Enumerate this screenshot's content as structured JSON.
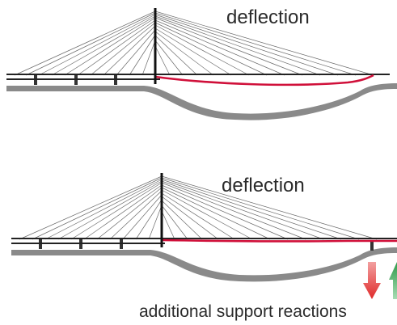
{
  "labels": {
    "deflection_top": "deflection",
    "deflection_bottom": "deflection",
    "support_reactions": "additional support reactions"
  },
  "colors": {
    "deck": "#222222",
    "deflected_deck": "#d0103a",
    "pylon": "#111111",
    "cables": "#555555",
    "ground": "#8a8a8a",
    "arrow_down": "#e02a2a",
    "arrow_up": "#2f9a4a"
  }
}
